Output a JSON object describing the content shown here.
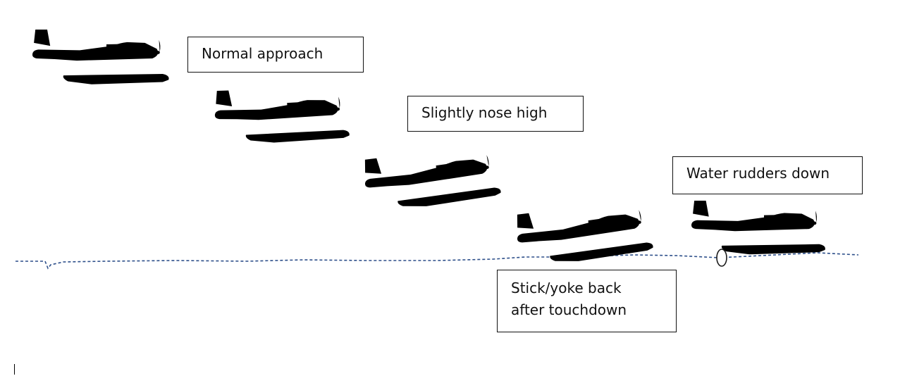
{
  "labels": {
    "normal_approach": "Normal approach",
    "slightly_nose_high": "Slightly nose high",
    "water_rudders_down": "Water rudders down",
    "stick_yoke_line1": "Stick/yoke back",
    "stick_yoke_line2": "after touchdown"
  },
  "colors": {
    "water_line": "#2d4f8a",
    "outline": "#1a1a1a",
    "background": "#ffffff"
  },
  "icons": [
    "floatplane-icon",
    "water-rudder-icon"
  ]
}
